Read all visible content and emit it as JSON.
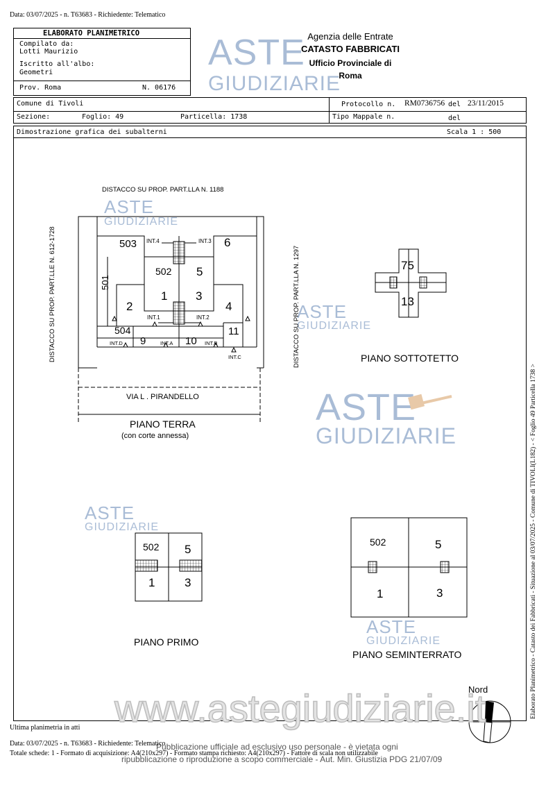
{
  "top_line": "Data: 03/07/2025 - n. T63683 - Richiedente: Telematico",
  "header": {
    "title": "ELABORATO PLANIMETRICO",
    "compilato_label": "Compilato da:",
    "compilato_name": "Lotti Maurizio",
    "iscritto_label": "Iscritto all'albo:",
    "iscritto_value": "Geometri",
    "prov": "Prov. Roma",
    "numero": "N. 06176",
    "agency_line1": "Agenzia delle Entrate",
    "agency_line2": "CATASTO FABBRICATI",
    "agency_line3": "Ufficio Provinciale di",
    "agency_line4": "Roma"
  },
  "info": {
    "comune": "Comune di Tivoli",
    "sezione": "Sezione:",
    "foglio": "Foglio: 49",
    "particella": "Particella: 1738",
    "protocollo_label": "Protocollo n.",
    "protocollo_value": "RM0736756",
    "del1_label": "del",
    "del1_value": "23/11/2015",
    "tipo_mappale": "Tipo Mappale n.",
    "del2_label": "del",
    "dimostrazione": "Dimostrazione grafica dei subalterni",
    "scala": "Scala 1 : 500"
  },
  "watermark": {
    "aste": "ASTE",
    "giudiziarie": "GIUDIZIARIE",
    "website": "www.astegiudiziarie.it"
  },
  "piano_terra": {
    "title": "PIANO TERRA",
    "subtitle": "(con corte annessa)",
    "distacco_top": "DISTACCO SU PROP. PART.LLA N. 1188",
    "distacco_left": "DISTACCO SU PROP. PART.LLE N. 612-1728",
    "distacco_right": "DISTACCO SU PROP. PART.LLA N. 1297",
    "via": "VIA L . PIRANDELLO",
    "units": {
      "u503": "503",
      "u6": "6",
      "u502": "502",
      "u5": "5",
      "u501": "501",
      "u1": "1",
      "u3": "3",
      "u2": "2",
      "u4": "4",
      "u504": "504",
      "u9": "9",
      "u10": "10",
      "u11": "11"
    },
    "ints": {
      "int4": "INT.4",
      "int3": "INT.3",
      "int1": "INT.1",
      "int2": "INT.2",
      "intd": "INT.D",
      "inta": "INT.A",
      "intb": "INT.B",
      "intc": "INT.C"
    }
  },
  "piano_sottotetto": {
    "title": "PIANO SOTTOTETTO",
    "top": "75",
    "bottom": "13"
  },
  "piano_primo": {
    "title": "PIANO PRIMO",
    "u502": "502",
    "u5": "5",
    "u1": "1",
    "u3": "3"
  },
  "piano_seminterrato": {
    "title": "PIANO SEMINTERRATO",
    "u502": "502",
    "u5": "5",
    "u1": "1",
    "u3": "3"
  },
  "nord": "Nord",
  "footer": {
    "ultima": "Ultima planimetria in atti",
    "line1": "Data: 03/07/2025 - n. T63683 - Richiedente: Telematico",
    "line2": "Totale schede: 1 - Formato di acquisizione: A4(210x297) - Formato stampa richiesto: A4(210x297) - Fattore di scala non utilizzabile",
    "pub1": "Pubblicazione ufficiale ad esclusivo uso personale - è vietata ogni",
    "pub2": "ripubblicazione o riproduzione a scopo commerciale - Aut. Min. Giustizia PDG 21/07/09"
  },
  "side_text": "Elaborato Planimetrico - Catasto dei Fabbricati - Situazione al 03/07/2025 - Comune di TIVOLI(L182) - < Foglio 49 Particella 1738 >"
}
